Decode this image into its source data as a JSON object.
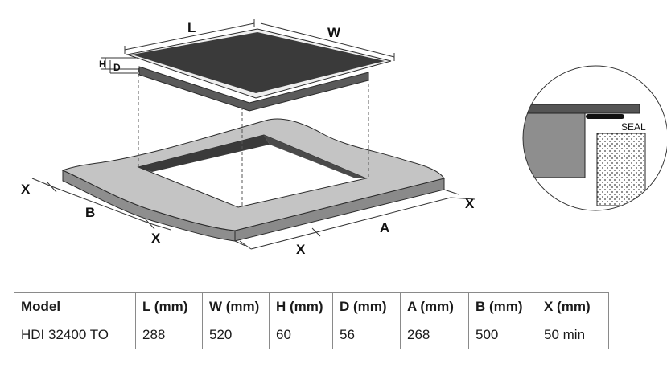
{
  "diagram": {
    "labels": {
      "L": "L",
      "W": "W",
      "H": "H",
      "D": "D",
      "A": "A",
      "B": "B",
      "X": "X",
      "seal": "SEAL"
    }
  },
  "table": {
    "headers": [
      "Model",
      "L (mm)",
      "W (mm)",
      "H (mm)",
      "D (mm)",
      "A (mm)",
      "B (mm)",
      "X (mm)"
    ],
    "rows": [
      [
        "HDI 32400 TO",
        "288",
        "520",
        "60",
        "56",
        "268",
        "500",
        "50 min"
      ]
    ]
  }
}
